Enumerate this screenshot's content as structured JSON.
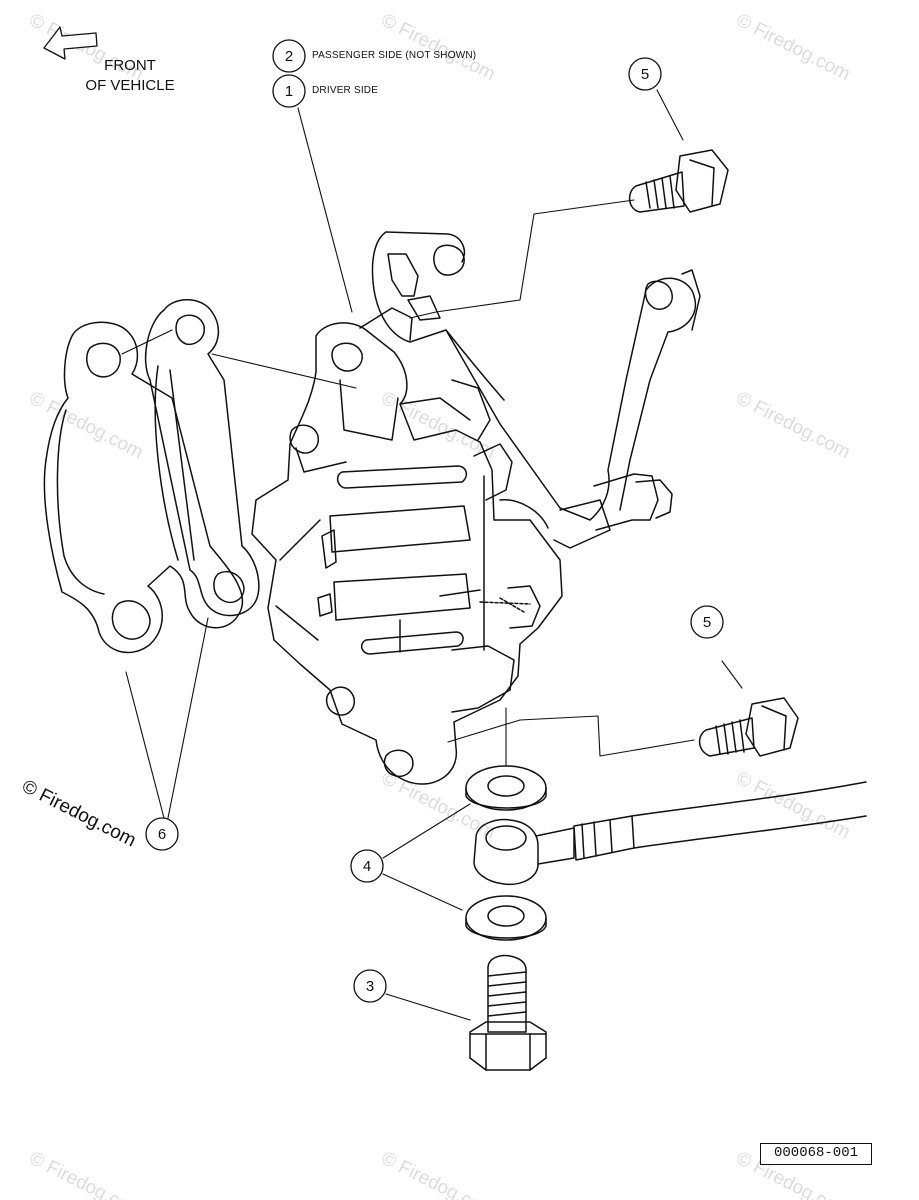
{
  "orientation": {
    "arrow_icon": "front-arrow-icon",
    "label_line1": "FRONT",
    "label_line2": "OF VEHICLE"
  },
  "legend": [
    {
      "number": "2",
      "text": "PASSENGER SIDE (NOT SHOWN)"
    },
    {
      "number": "1",
      "text": "DRIVER SIDE"
    }
  ],
  "callouts": [
    {
      "number": "5"
    },
    {
      "number": "5"
    },
    {
      "number": "4"
    },
    {
      "number": "3"
    },
    {
      "number": "6"
    }
  ],
  "watermark": {
    "text": "© Firedog.com",
    "faint_text": "© Firedog.com"
  },
  "part_code": "000068-001",
  "colors": {
    "line": "#111111",
    "watermark": "#dcdcdc"
  }
}
